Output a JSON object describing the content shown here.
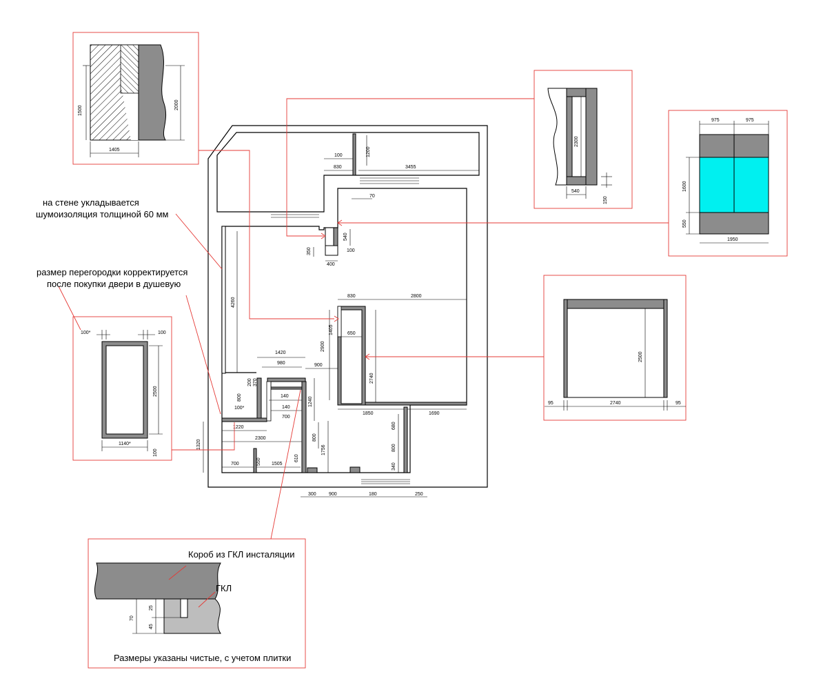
{
  "notes": {
    "soundproof_line1": "на стене укладывается",
    "soundproof_line2": "шумоизоляция толщиной 60 мм",
    "partition_line1": "размер перегородки корректируется",
    "partition_line2": "после покупки двери в душевую",
    "box_label": "Короб из ГКЛ  инсталяции",
    "gkl_label": "ГКЛ",
    "footer": "Размеры указаны чистые, с учетом плитки"
  },
  "detail_hatch": {
    "d1": "1500",
    "d2": "2000",
    "d3": "1405"
  },
  "detail_door": {
    "d1": "2300",
    "d2": "540",
    "d3": "150"
  },
  "detail_window": {
    "d1": "975",
    "d2": "975",
    "d3": "1600",
    "d4": "550",
    "d5": "1950"
  },
  "detail_wall_right": {
    "d1": "2500",
    "d2": "95",
    "d3": "2740",
    "d4": "95"
  },
  "detail_partition": {
    "d1": "100*",
    "d2": "100",
    "d3": "2500",
    "d4": "1140*",
    "d5": "100"
  },
  "detail_gkl": {
    "d1": "70",
    "d2": "25",
    "d3": "45"
  },
  "plan_dims": {
    "d100a": "100",
    "d1200": "1200",
    "d830a": "830",
    "d3455": "3455",
    "d70": "70",
    "d540": "540",
    "d100b": "100",
    "d350": "350",
    "d400": "400",
    "d4260": "4260",
    "d830b": "830",
    "d2800": "2800",
    "d1405": "1405",
    "d2900": "2900",
    "d650": "650",
    "d2740": "2740",
    "d1420": "1420",
    "d980": "980",
    "d900a": "900",
    "d370": "370",
    "d200": "200",
    "d800a": "800",
    "d140a": "140",
    "d140b": "140",
    "d700a": "700",
    "d100s": "100*",
    "d1240": "1240",
    "d1220": "1220",
    "d1850": "1850",
    "d1690": "1690",
    "d680": "680",
    "d1320": "1320",
    "d2300": "2300",
    "d800b": "800",
    "d1756": "1756",
    "d800c": "800",
    "d700b": "700",
    "d550": "550",
    "d1505": "1505",
    "d610": "610",
    "d340": "340",
    "d300": "300",
    "d900b": "900",
    "d180": "180",
    "d250": "250"
  }
}
